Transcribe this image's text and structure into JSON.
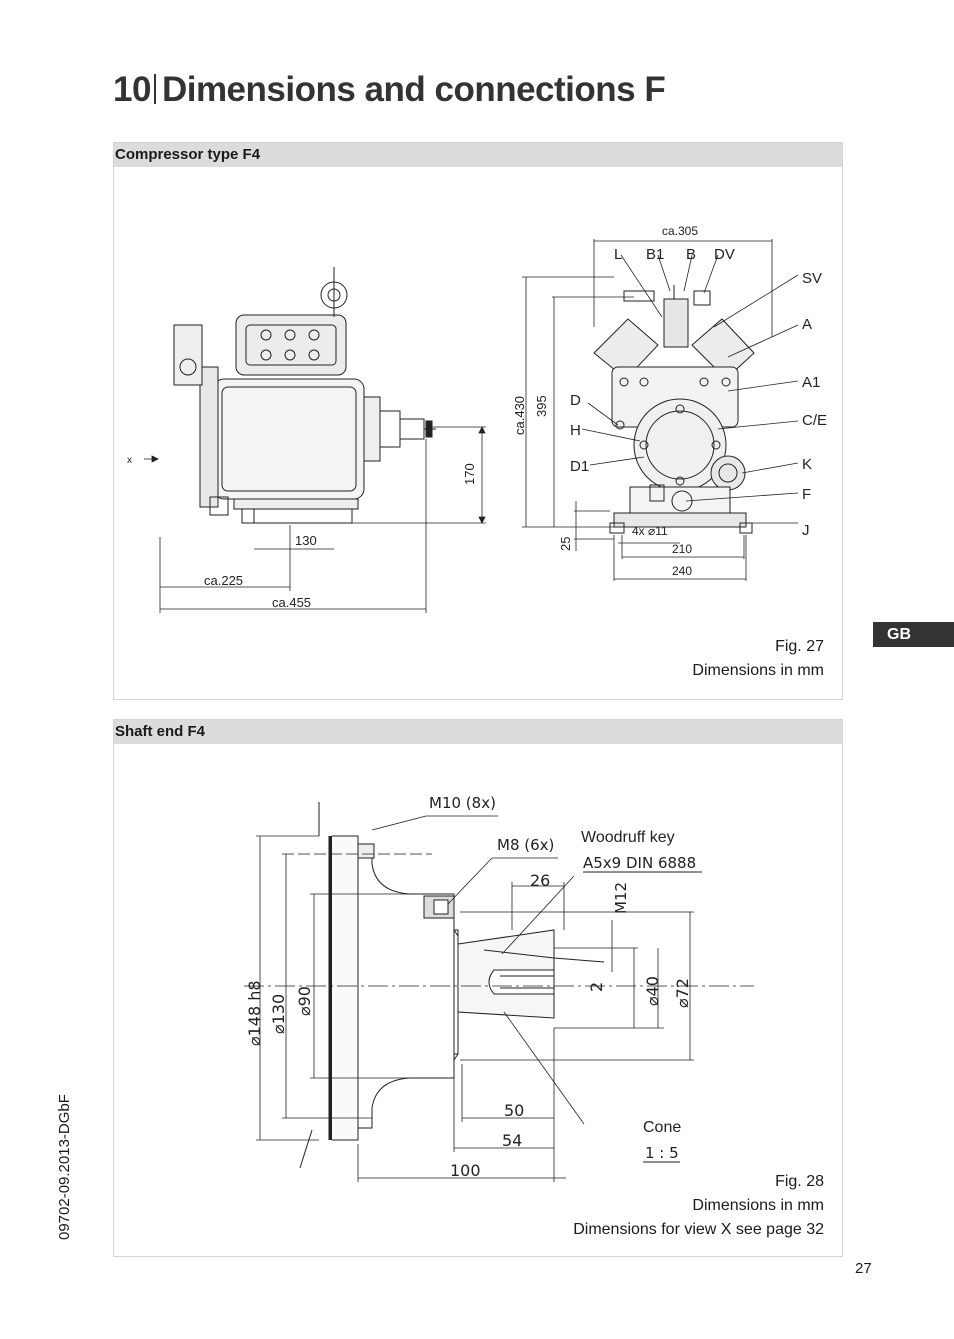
{
  "header": {
    "chapter": "10",
    "title": "Dimensions and connections F"
  },
  "panel1": {
    "heading": "Compressor type F4",
    "caption_fig": "Fig. 27",
    "caption_units": "Dimensions in mm",
    "view_label": "x",
    "dims": {
      "ca305": "ca.305",
      "ca430": "ca.430",
      "d395": "395",
      "d170": "170",
      "d130": "130",
      "ca225": "ca.225",
      "ca455": "ca.455",
      "d25": "25",
      "holes": "4x ⌀11",
      "d210": "210",
      "d240": "240"
    },
    "labels": {
      "L": "L",
      "B1": "B1",
      "B": "B",
      "DV": "DV",
      "SV": "SV",
      "A": "A",
      "A1": "A1",
      "D": "D",
      "CE": "C/E",
      "H": "H",
      "D1": "D1",
      "K": "K",
      "F": "F",
      "J": "J"
    }
  },
  "panel2": {
    "heading": "Shaft end F4",
    "caption_fig": "Fig. 28",
    "caption_units": "Dimensions in mm",
    "caption_note": "Dimensions for view X see page 32",
    "labels": {
      "m10": "M10 (8x)",
      "m8": "M8 (6x)",
      "woodruff": "Woodruff key",
      "woodruff_spec": "A5x9 DIN 6888",
      "d26": "26",
      "m12": "M12",
      "d2": "2",
      "d40": "⌀40",
      "d72": "⌀72",
      "d148": "⌀148 h8",
      "d130": "⌀130",
      "d90": "⌀90",
      "d50": "50",
      "d54": "54",
      "d100": "100",
      "cone": "Cone",
      "cone_ratio": "1 : 5"
    }
  },
  "side_tab": "GB",
  "doc_id": "09702-09.2013-DGbF",
  "page_number": "27"
}
